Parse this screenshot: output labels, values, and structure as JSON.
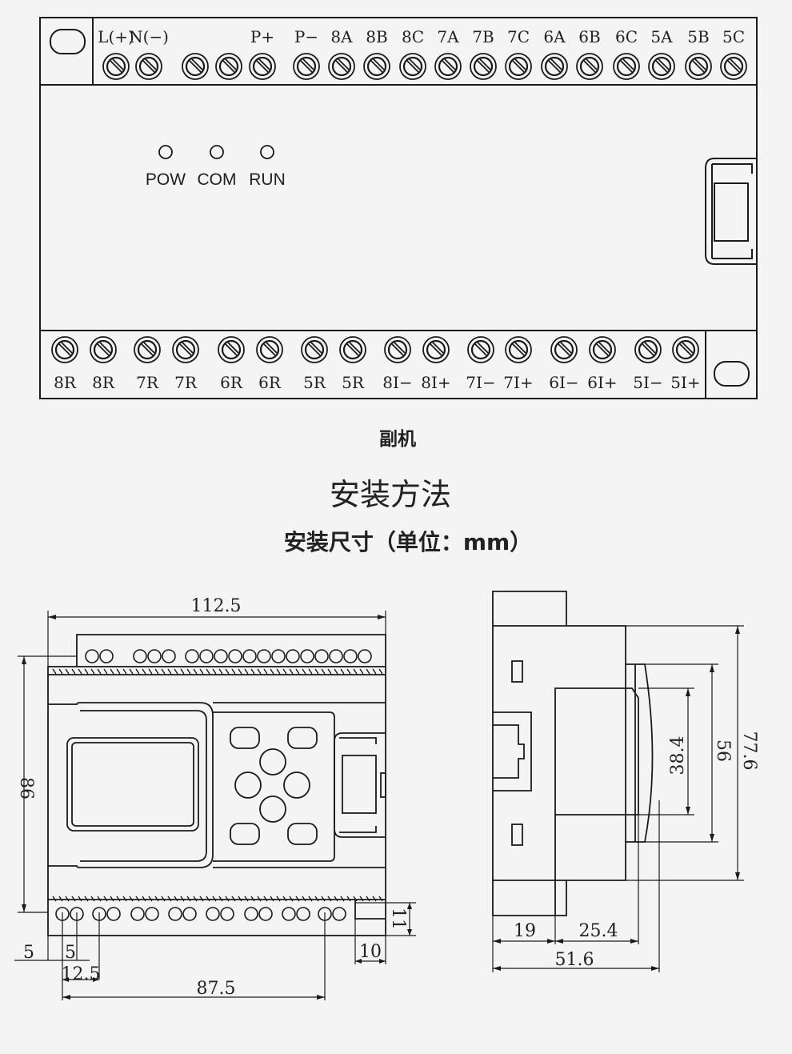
{
  "top_terminals": [
    {
      "label": "L(+)"
    },
    {
      "label": "N(−)"
    },
    {
      "label": ""
    },
    {
      "label": ""
    },
    {
      "label": "P+"
    },
    {
      "label": "P−"
    },
    {
      "label": "8A"
    },
    {
      "label": "8B"
    },
    {
      "label": "8C"
    },
    {
      "label": "7A"
    },
    {
      "label": "7B"
    },
    {
      "label": "7C"
    },
    {
      "label": "6A"
    },
    {
      "label": "6B"
    },
    {
      "label": "6C"
    },
    {
      "label": "5A"
    },
    {
      "label": "5B"
    },
    {
      "label": "5C"
    }
  ],
  "bottom_terminals": [
    {
      "label": "8R"
    },
    {
      "label": "8R"
    },
    {
      "label": "7R"
    },
    {
      "label": "7R"
    },
    {
      "label": "6R"
    },
    {
      "label": "6R"
    },
    {
      "label": "5R"
    },
    {
      "label": "5R"
    },
    {
      "label": "8I−"
    },
    {
      "label": "8I+"
    },
    {
      "label": "7I−"
    },
    {
      "label": "7I+"
    },
    {
      "label": "6I−"
    },
    {
      "label": "6I+"
    },
    {
      "label": "5I−"
    },
    {
      "label": "5I+"
    }
  ],
  "leds": [
    {
      "label": "POW"
    },
    {
      "label": "COM"
    },
    {
      "label": "RUN"
    }
  ],
  "caption": "副机",
  "section_title": "安装方法",
  "section_subtitle": "安装尺寸（单位：mm）",
  "dimensions": {
    "width": "112.5",
    "height": "86",
    "left_offset": "5",
    "hole_offset": "5",
    "hole_spacing": "12.5",
    "bottom_span": "87.5",
    "right_offset": "10",
    "bottom_height": "11",
    "side_19": "19",
    "side_25_4": "25.4",
    "side_51_6": "51.6",
    "side_38_4": "38.4",
    "side_56": "56",
    "side_77_6": "77.6"
  },
  "colors": {
    "line": "#1a1a1a",
    "background": "#f4f4f4"
  }
}
